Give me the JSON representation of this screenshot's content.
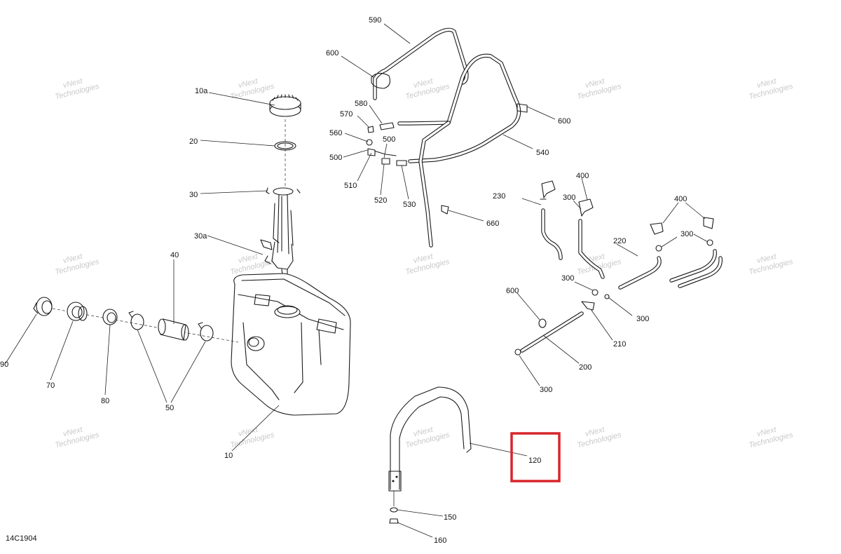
{
  "diagram_code": "14C1904",
  "watermark": {
    "line1": "vNext",
    "line2": "Technologies"
  },
  "highlight_color": "#d7262b",
  "highlighted_callout": "120",
  "callouts": {
    "c590": "590",
    "c600a": "600",
    "c580": "580",
    "c570": "570",
    "c560": "560",
    "c500a": "500",
    "c500b": "500",
    "c510": "510",
    "c520": "520",
    "c530": "530",
    "c600b": "600",
    "c540": "540",
    "c660": "660",
    "c10a": "10a",
    "c20": "20",
    "c30": "30",
    "c30a": "30a",
    "c40": "40",
    "c90": "90",
    "c70": "70",
    "c80": "80",
    "c50": "50",
    "c10": "10",
    "c230": "230",
    "c400a": "400",
    "c300a": "300",
    "c400b": "400",
    "c300b": "300",
    "c220": "220",
    "c300c": "300",
    "c600c": "600",
    "c300d": "300",
    "c210": "210",
    "c200": "200",
    "c300e": "300",
    "c120": "120",
    "c150": "150",
    "c160": "160"
  }
}
